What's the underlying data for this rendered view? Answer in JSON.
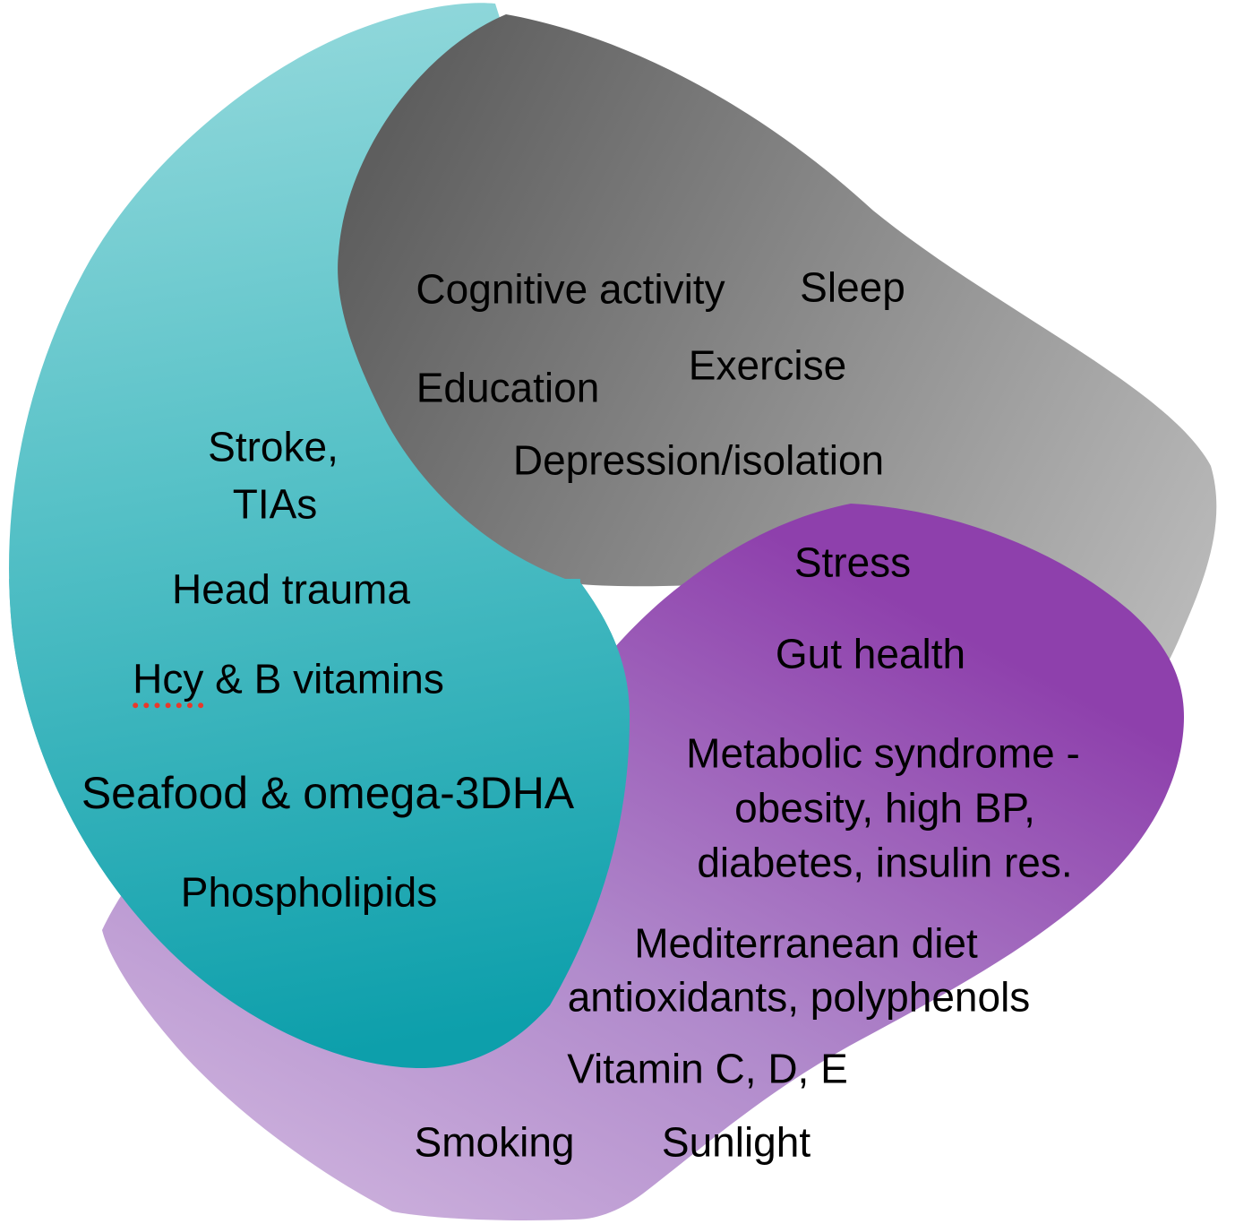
{
  "figure": {
    "background": "#ffffff",
    "description_shapes": [
      "teal-circle-left",
      "gray-circle-top-right",
      "purple-circle-bottom-right"
    ]
  },
  "colors": {
    "teal_light": "#94d9dc",
    "teal_mid": "#56c1c7",
    "teal_deep": "#0d9fab",
    "gray_dark": "#5e5e5e",
    "gray_light": "#bdbdbd",
    "purple_light": "#cdb2dd",
    "purple_mid": "#b089cb",
    "purple_deep": "#8e40ac",
    "underline_red": "#e8392b",
    "text": "#000000"
  },
  "teal_circle": {
    "labels": {
      "stroke_line1": "Stroke,",
      "stroke_line2": "TIAs",
      "head_trauma": "Head trauma",
      "hcy_word": "Hcy",
      "hcy_rest": " & B vitamins",
      "seafood": "Seafood & omega-3DHA",
      "phospholipids": "Phospholipids"
    }
  },
  "gray_circle": {
    "labels": {
      "cognitive_activity": "Cognitive activity",
      "sleep": "Sleep",
      "education": "Education",
      "exercise": "Exercise",
      "depression_isolation": "Depression/isolation"
    }
  },
  "purple_circle": {
    "labels": {
      "stress": "Stress",
      "gut_health": "Gut health",
      "metabolic_line1": "Metabolic syndrome -",
      "metabolic_line2": "obesity, high BP,",
      "metabolic_line3": "diabetes, insulin res.",
      "mediterranean_line1": "Mediterranean diet",
      "mediterranean_line2": "antioxidants, polyphenols",
      "vitamins": "Vitamin C, D, E",
      "smoking": "Smoking",
      "sunlight": "Sunlight"
    }
  }
}
